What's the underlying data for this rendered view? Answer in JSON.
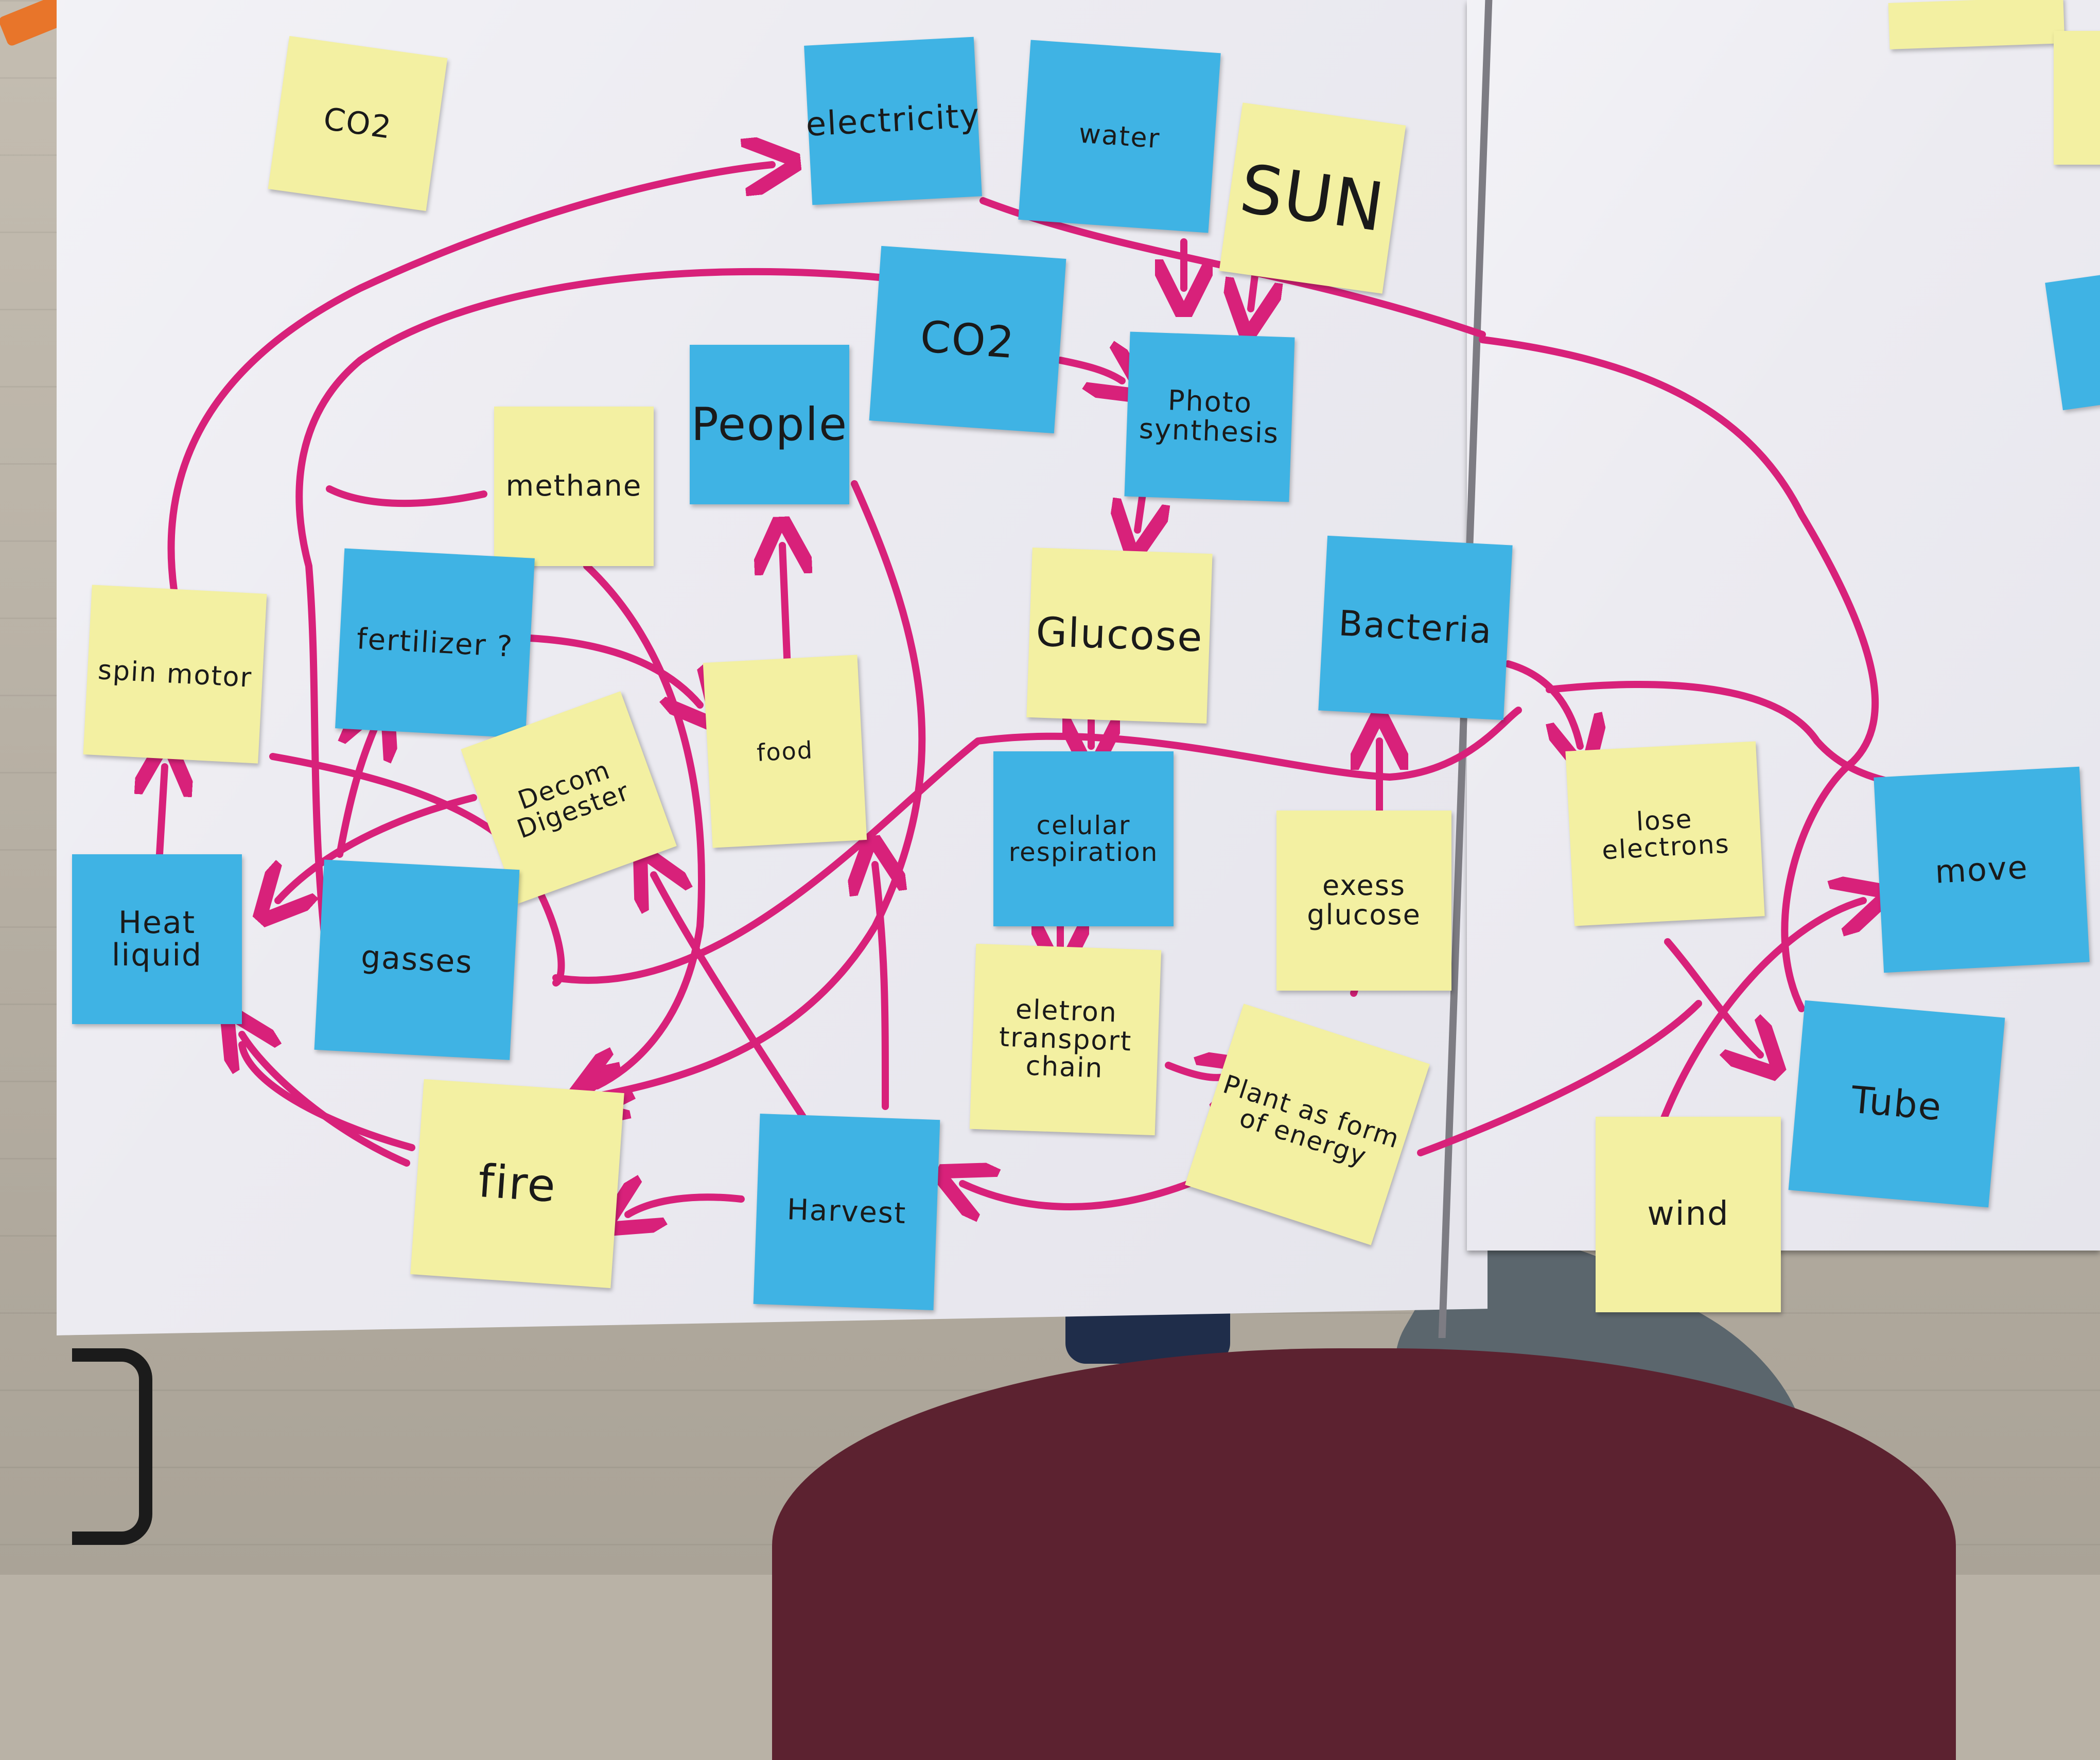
{
  "notes": [
    {
      "id": "co2-yellow",
      "text": "CO2",
      "color": "yellow"
    },
    {
      "id": "electricity",
      "text": "electricity",
      "color": "blue"
    },
    {
      "id": "water",
      "text": "water",
      "color": "blue"
    },
    {
      "id": "sun",
      "text": "SUN",
      "color": "yellow"
    },
    {
      "id": "co2-blue",
      "text": "CO2",
      "color": "blue"
    },
    {
      "id": "people",
      "text": "People",
      "color": "blue"
    },
    {
      "id": "photosynthesis",
      "text": "Photo synthesis",
      "color": "blue"
    },
    {
      "id": "methane",
      "text": "methane",
      "color": "yellow"
    },
    {
      "id": "fertilizer",
      "text": "fertilizer ?",
      "color": "blue"
    },
    {
      "id": "glucose",
      "text": "Glucose",
      "color": "yellow"
    },
    {
      "id": "bacteria",
      "text": "Bacteria",
      "color": "blue"
    },
    {
      "id": "spin-motor",
      "text": "spin motor",
      "color": "yellow"
    },
    {
      "id": "food",
      "text": "food",
      "color": "yellow"
    },
    {
      "id": "digester",
      "text": "Decom Digester",
      "color": "yellow"
    },
    {
      "id": "cellular-respiration",
      "text": "celular respiration",
      "color": "blue"
    },
    {
      "id": "exess-glucose",
      "text": "exess glucose",
      "color": "yellow"
    },
    {
      "id": "lose-electrons",
      "text": "lose electrons",
      "color": "yellow"
    },
    {
      "id": "move",
      "text": "move",
      "color": "blue"
    },
    {
      "id": "heat-liquid",
      "text": "Heat liquid",
      "color": "blue"
    },
    {
      "id": "gasses",
      "text": "gasses",
      "color": "blue"
    },
    {
      "id": "electron-transport-chain",
      "text": "eletron transport chain",
      "color": "yellow"
    },
    {
      "id": "plant-energy",
      "text": "Plant as form of energy",
      "color": "yellow"
    },
    {
      "id": "tube",
      "text": "Tube",
      "color": "blue"
    },
    {
      "id": "fire",
      "text": "fire",
      "color": "yellow"
    },
    {
      "id": "harvest",
      "text": "Harvest",
      "color": "blue"
    },
    {
      "id": "wind",
      "text": "wind",
      "color": "yellow"
    }
  ],
  "colors": {
    "sticky_yellow": "#f3f0a2",
    "sticky_blue": "#3fb3e4",
    "marker_magenta": "#d8217a",
    "whiteboard": "#ecebf1"
  }
}
